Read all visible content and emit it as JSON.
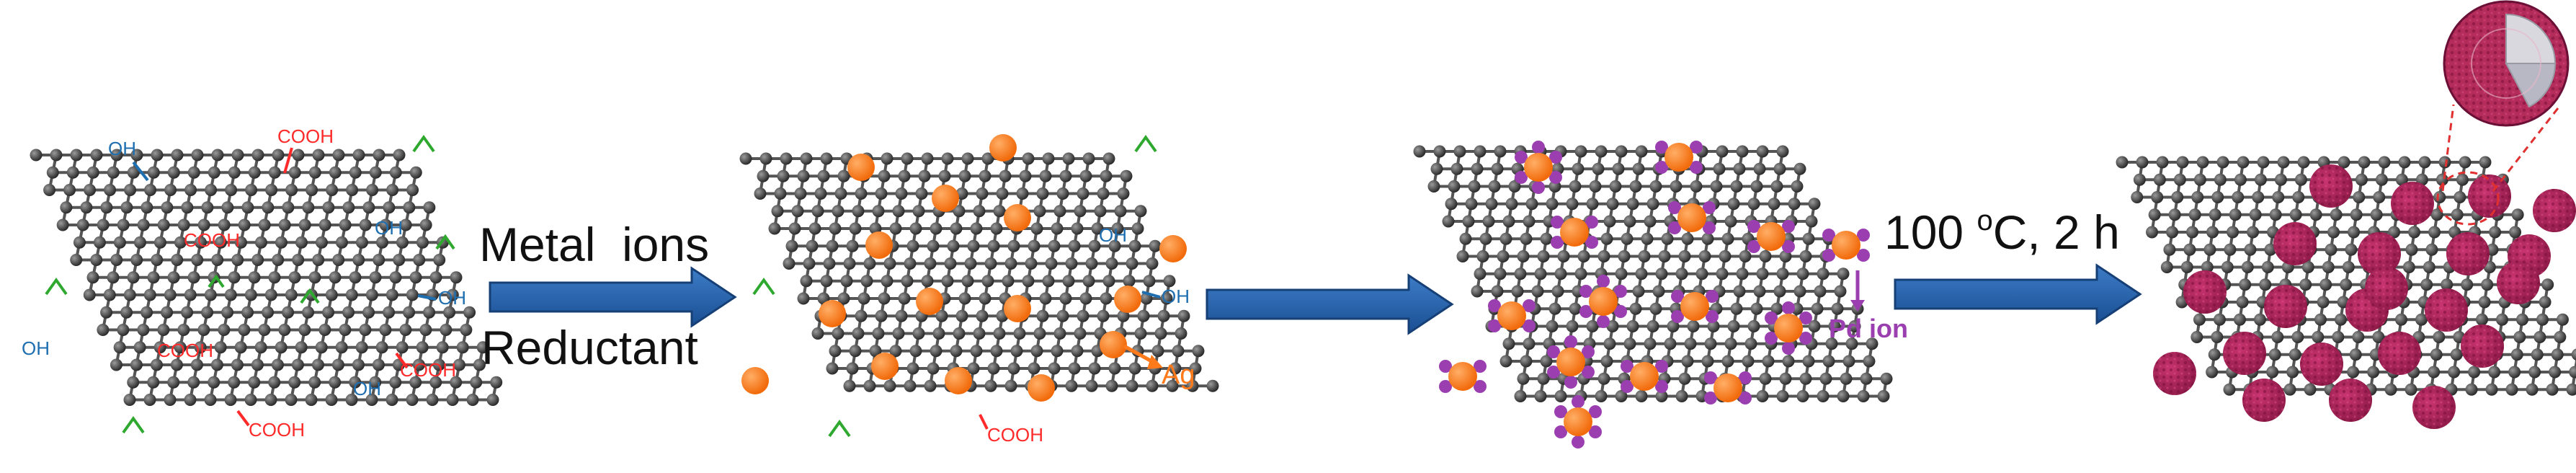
{
  "colors": {
    "background": "#ffffff",
    "graphene_atom": "#3a3a3a",
    "graphene_bond": "#555555",
    "hydroxyl": "#1f6fb0",
    "carboxyl": "#ff2a2a",
    "epoxide": "#2ea82e",
    "silver": "#ff7a1a",
    "palladium_ion": "#9b3fb0",
    "nanoparticle": "#b4245e",
    "arrow_fill": "#1f5ea8",
    "arrow_edge": "#163f75",
    "callout": "#e03030"
  },
  "labels": {
    "oh": "OH",
    "cooh": "COOH",
    "metal_ions": "Metal  ions",
    "reductant": "Reductant",
    "ag": "Ag",
    "pd_ion": "Pd ion",
    "condition": "100 oC, 2 h",
    "condition_main": "100 ",
    "condition_sup": "o",
    "condition_tail": "C, 2 h"
  },
  "icons": [
    "graphene-oxide-sheet",
    "ag-decorated-graphene",
    "pd-ion-loaded-graphene",
    "nanoparticle-graphene",
    "core-shell-nanoparticle-inset",
    "process-arrow"
  ]
}
